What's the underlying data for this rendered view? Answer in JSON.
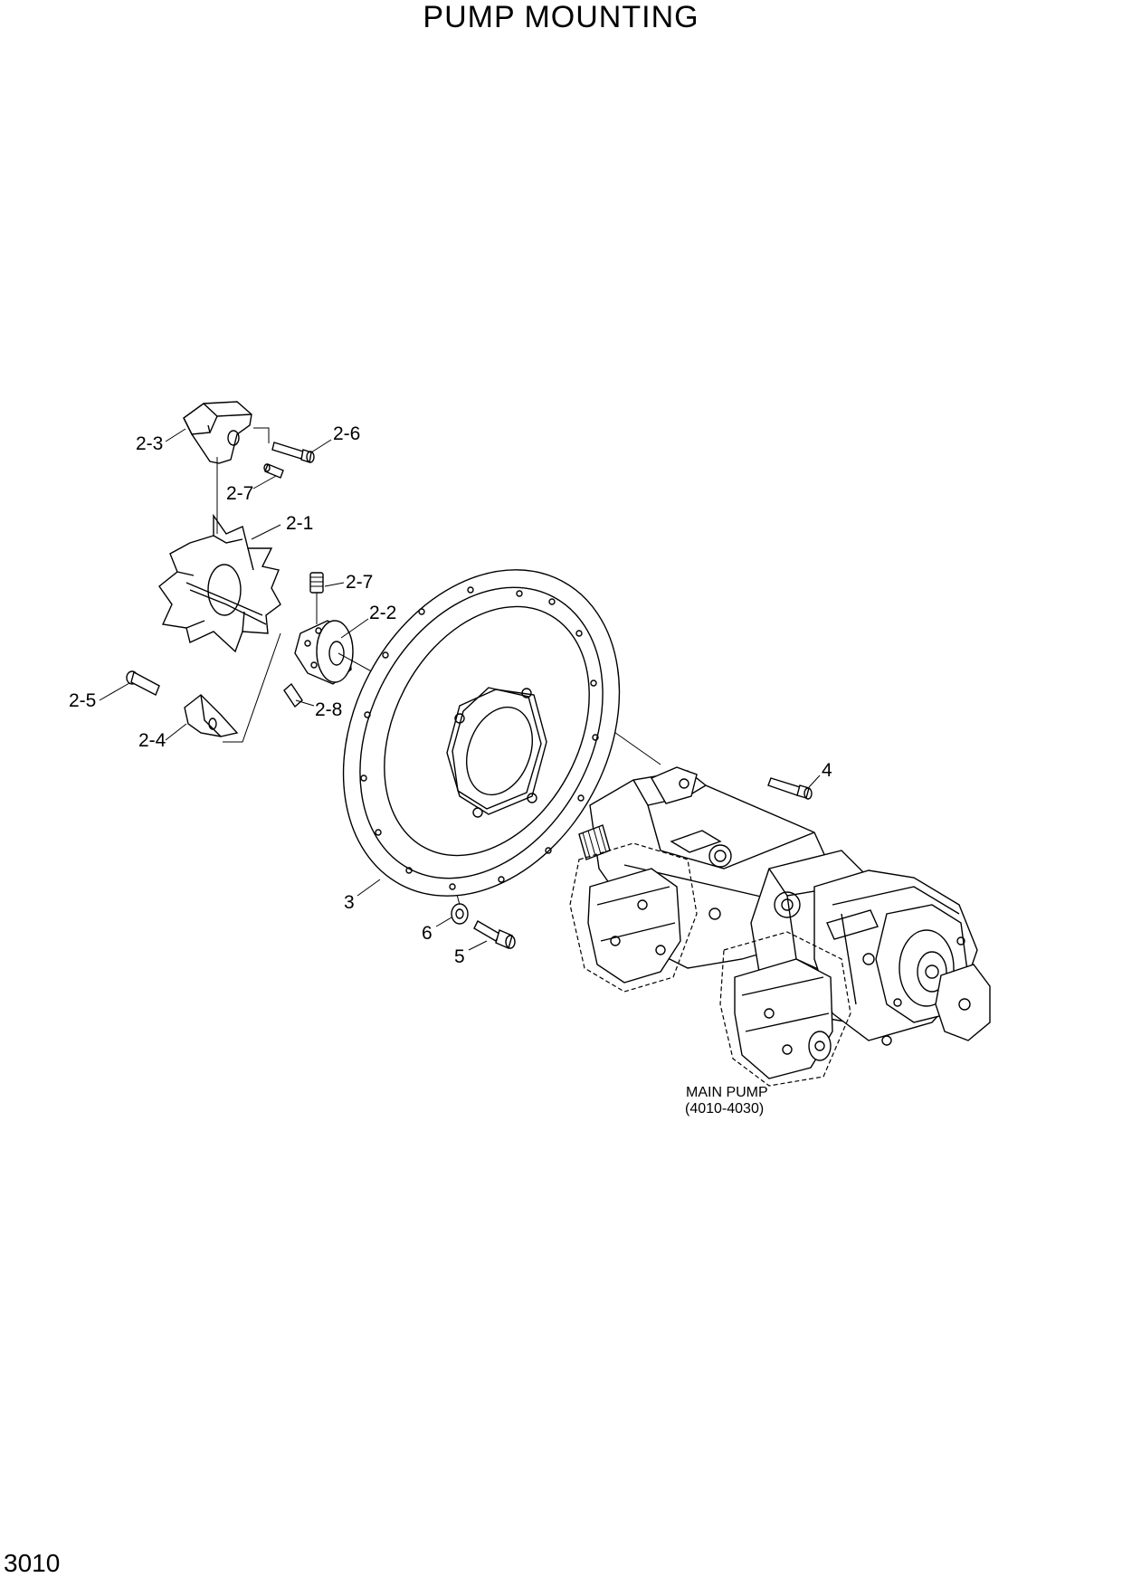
{
  "title": "PUMP MOUNTING",
  "page_number": "3010",
  "callouts": {
    "c2_3": "2-3",
    "c2_6": "2-6",
    "c2_7a": "2-7",
    "c2_1": "2-1",
    "c2_7b": "2-7",
    "c2_2": "2-2",
    "c2_5": "2-5",
    "c2_8": "2-8",
    "c2_4": "2-4",
    "c3": "3",
    "c4": "4",
    "c6": "6",
    "c5": "5"
  },
  "main_pump": {
    "label": "MAIN PUMP",
    "range": "(4010-4030)"
  }
}
